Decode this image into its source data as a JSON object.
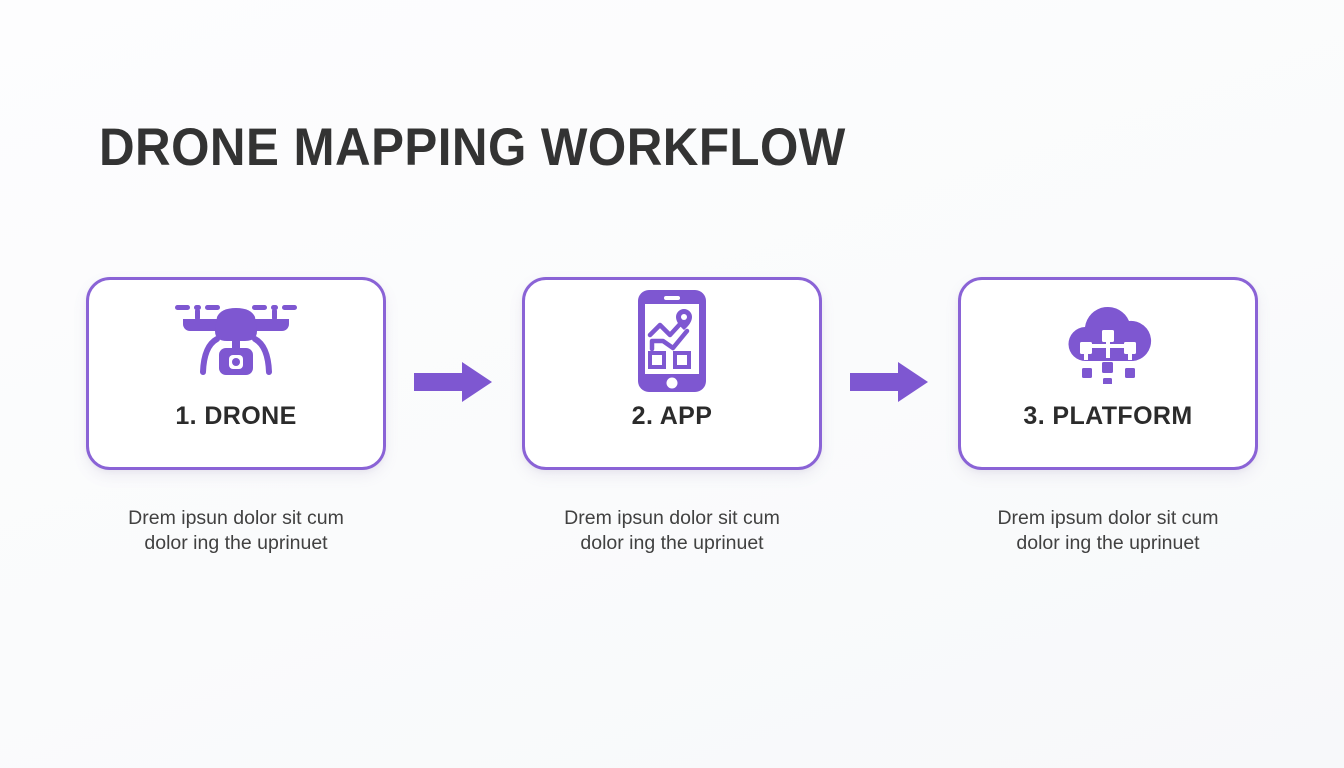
{
  "slide": {
    "title": "DRONE MAPPING WORKFLOW",
    "background_color": "#fbfcfd",
    "accent_color": "#8a63d6",
    "icon_color": "#7e57d1",
    "title_color": "#333333",
    "label_color": "#2b2b2b",
    "caption_color": "#414141"
  },
  "steps": [
    {
      "label": "1. DRONE",
      "icon": "drone-icon",
      "caption": "Drem ipsun dolor sit cum\ndolor ing the uprinuet"
    },
    {
      "label": "2. APP",
      "icon": "mobile-map-app-icon",
      "caption": "Drem ipsun dolor sit cum\ndolor ing the uprinuet"
    },
    {
      "label": "3. PLATFORM",
      "icon": "cloud-data-icon",
      "caption": "Drem ipsum dolor sit cum\ndolor ing the uprinuet"
    }
  ],
  "connectors": [
    {
      "name": "arrow-right",
      "from": "1. DRONE",
      "to": "2. APP"
    },
    {
      "name": "arrow-right",
      "from": "2. APP",
      "to": "3. PLATFORM"
    }
  ]
}
